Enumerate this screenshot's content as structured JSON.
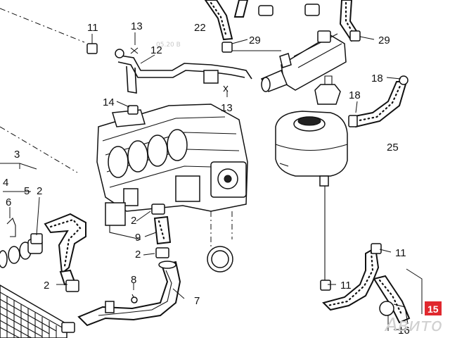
{
  "labels": {
    "l2a": "2",
    "l2b": "2",
    "l2c": "2",
    "l2d": "2",
    "l3": "3",
    "l4": "4",
    "l5": "5",
    "l6": "6",
    "l7": "7",
    "l8": "8",
    "l9": "9",
    "l11a": "11",
    "l11b": "11",
    "l11c": "11",
    "l12": "12",
    "l13a": "13",
    "l13b": "13",
    "l14": "14",
    "l15": "15",
    "l16": "16",
    "l18a": "18",
    "l18b": "18",
    "l22": "22",
    "l25": "25",
    "l29a": "29",
    "l29b": "29"
  },
  "watermark": {
    "text": "Авито",
    "small": "05.20 В"
  },
  "colors": {
    "badge": "#e0282e",
    "line": "#111111"
  }
}
